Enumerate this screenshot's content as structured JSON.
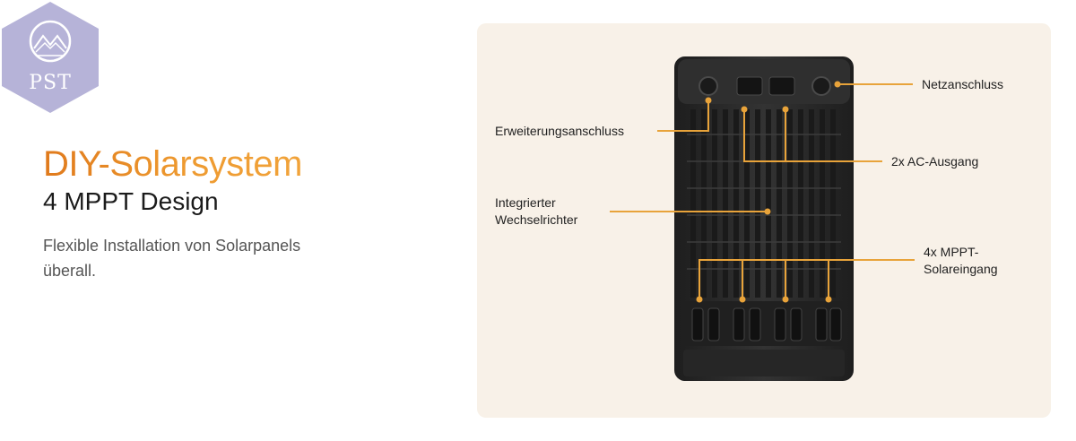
{
  "brand": {
    "logo_text": "PST",
    "logo_color": "#b6b3d8"
  },
  "hero": {
    "headline": "DIY-Solarsystem",
    "subhead": "4 MPPT Design",
    "description": "Flexible Installation von Solarpanels überall."
  },
  "device_labels": {
    "netz": "Netzanschluss",
    "erweiterung": "Erweiterungsanschluss",
    "ac_ausgang": "2x AC-Ausgang",
    "wechselrichter": "Integrierter Wechselrichter",
    "mppt": "4x MPPT- Solareingang"
  },
  "colors": {
    "accent": "#e8a33a",
    "panel_bg": "#f8f1e8",
    "device": "#2b2b2b"
  }
}
